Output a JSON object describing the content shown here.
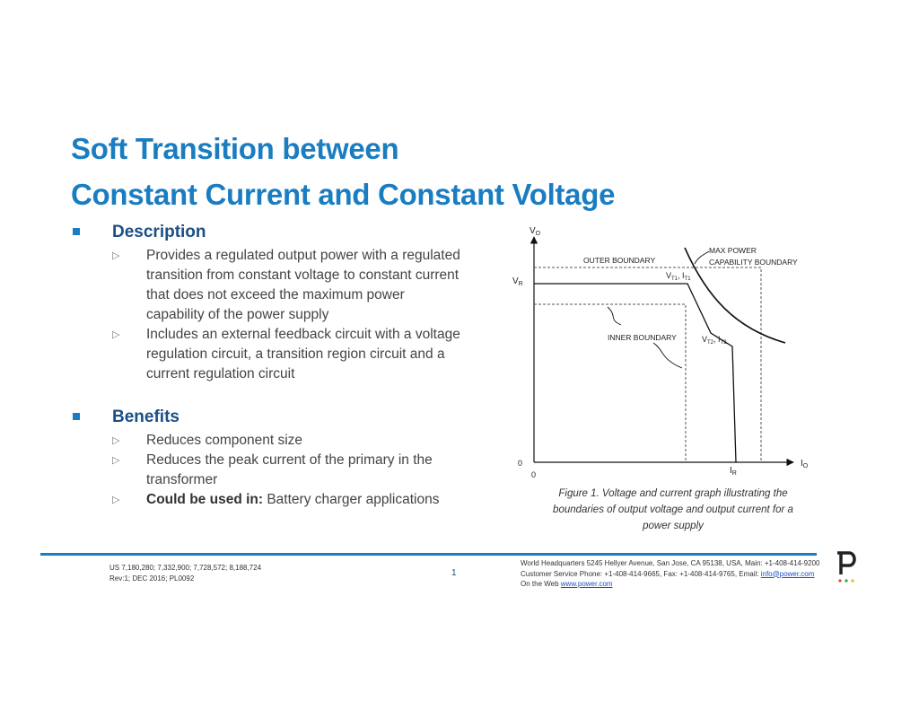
{
  "title": {
    "line1": "Soft Transition between",
    "line2": "Constant Current and Constant Voltage"
  },
  "sections": {
    "description": {
      "heading": "Description",
      "items": [
        "Provides a regulated output power with a regulated transition from constant voltage to constant current that does not exceed the maximum power capability of the power supply",
        "Includes an external feedback circuit with a voltage regulation circuit, a transition region circuit and a current regulation circuit"
      ]
    },
    "benefits": {
      "heading": "Benefits",
      "items": [
        "Reduces component size",
        "Reduces the peak current of the primary in the transformer"
      ],
      "could_be_used_label": "Could be used in:",
      "could_be_used_value": " Battery charger applications"
    }
  },
  "figure": {
    "y_axis": "V",
    "y_axis_sub": "O",
    "x_axis": "I",
    "x_axis_sub": "O",
    "origin_y": "0",
    "origin_x": "0",
    "v_label": "V",
    "v_label_sub": "R",
    "i_label": "I",
    "i_label_sub": "R",
    "point1": "V",
    "point1_sub": "T1",
    "point1_i": ", I",
    "point1_i_sub": "T1",
    "point2": "V",
    "point2_sub": "T2",
    "point2_i": ", I",
    "point2_i_sub": "T2",
    "outer_boundary": "OUTER BOUNDARY",
    "inner_boundary": "INNER BOUNDARY",
    "max_power_1": "MAX POWER",
    "max_power_2": "CAPABILITY BOUNDARY",
    "caption": "Figure 1. Voltage and current graph illustrating  the boundaries of output voltage and output current for a power supply"
  },
  "footer": {
    "patents": "US 7,180,280; 7,332,900; 7,728,572; 8,188,724",
    "rev": "Rev:1;  DEC  2016;  PL0092",
    "page": "1",
    "hq": "World Headquarters  5245 Hellyer Avenue, San Jose, CA 95138,  USA,  Main: +1-408-414-9200",
    "service": "Customer Service Phone: +1-408-414-9665, Fax: +1-408-414-9765, Email: ",
    "email": "info@power.com",
    "web_label": "On the Web ",
    "web": "www.power.com"
  },
  "colors": {
    "title": "#1b7dc1",
    "heading": "#1a4f86",
    "rule": "#1b7dc1",
    "logo_dots": [
      "#e04a2a",
      "#2aa64a",
      "#f2b51b"
    ]
  }
}
